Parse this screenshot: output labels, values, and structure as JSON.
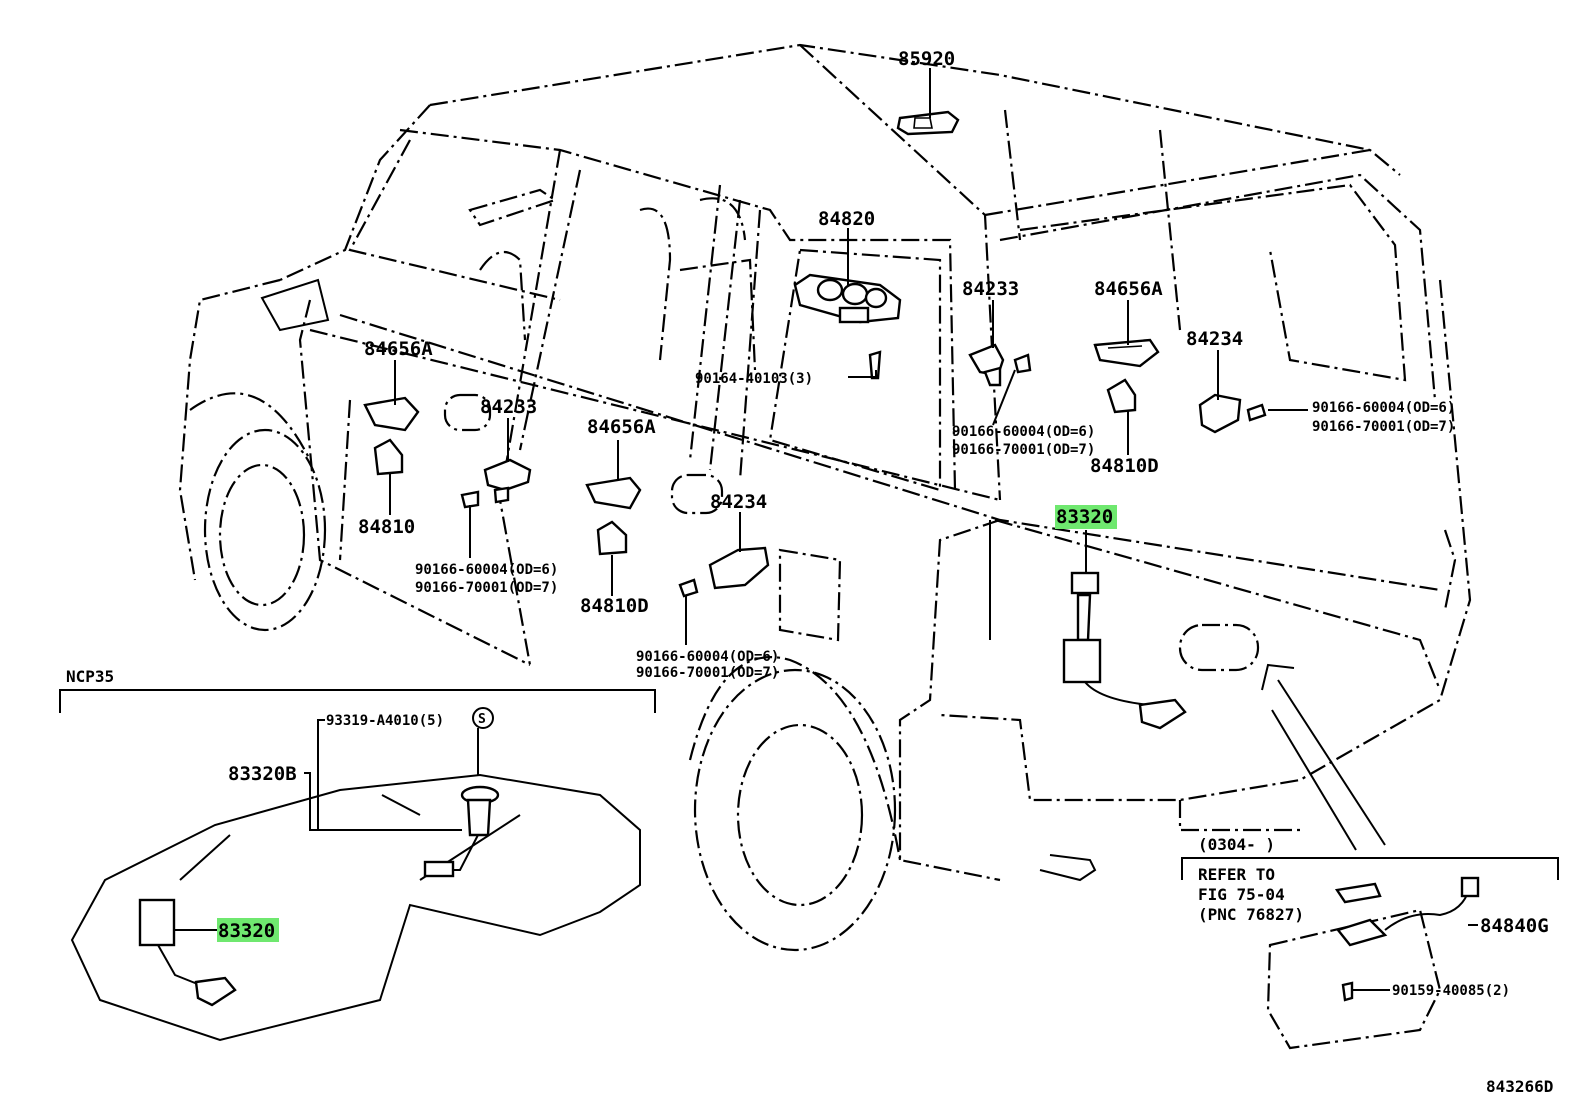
{
  "diagram": {
    "code": "843266D",
    "highlight_color": "#6fe86f",
    "callouts": {
      "p85920": "85920",
      "p84820": "84820",
      "p84233_r": "84233",
      "p84656A_r": "84656A",
      "p84234_r": "84234",
      "p84656A_l": "84656A",
      "p84233_l": "84233",
      "p84656A_m": "84656A",
      "p84810": "84810",
      "p84810D_r": "84810D",
      "p84810D_m": "84810D",
      "p84234_m": "84234",
      "p83320_main": "83320",
      "p83320_ncp": "83320",
      "p83320B": "83320B",
      "p84840G": "84840G",
      "b90164": "90164-40103(3)",
      "b90166_r1": "90166-60004(OD=6)",
      "b90166_r2": "90166-70001(OD=7)",
      "b90166_c1": "90166-60004(OD=6)",
      "b90166_c2": "90166-70001(OD=7)",
      "b90166_l1": "90166-60004(OD=6)",
      "b90166_l2": "90166-70001(OD=7)",
      "b90166_m1": "90166-60004(OD=6)",
      "b90166_m2": "90166-70001(OD=7)",
      "b93319": "93319-A4010(5)",
      "s_mark": "S",
      "b90159": "90159-40085(2)"
    },
    "ncp_label": "NCP35",
    "date_range": "(0304-      )",
    "refer": {
      "line1": "REFER TO",
      "line2": "FIG 75-04",
      "line3": "(PNC 76827)"
    }
  }
}
